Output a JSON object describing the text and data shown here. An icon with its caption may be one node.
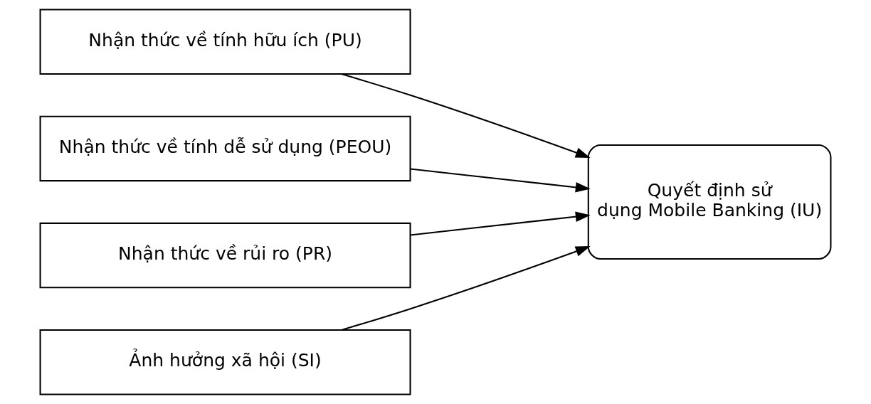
{
  "diagram": {
    "nodes": [
      {
        "text": [
          "Nhận thức về tính hữu ích (PU)"
        ]
      },
      {
        "text": [
          "Nhận thức về tính dễ sử dụng (PEOU)"
        ]
      },
      {
        "text": [
          "Nhận thức về rủi ro (PR)"
        ]
      },
      {
        "text": [
          "Ảnh hưởng xã hội (SI)"
        ]
      },
      {
        "text": [
          "Quyết định sử dụng Mobile Banking (IU)"
        ]
      }
    ],
    "edges": [
      {
        "from": 0,
        "to": 4,
        "arrow": "to"
      },
      {
        "from": 1,
        "to": 4,
        "arrow": "to"
      },
      {
        "from": 2,
        "to": 4,
        "arrow": "to"
      },
      {
        "from": 3,
        "to": 4,
        "arrow": "to"
      }
    ]
  }
}
